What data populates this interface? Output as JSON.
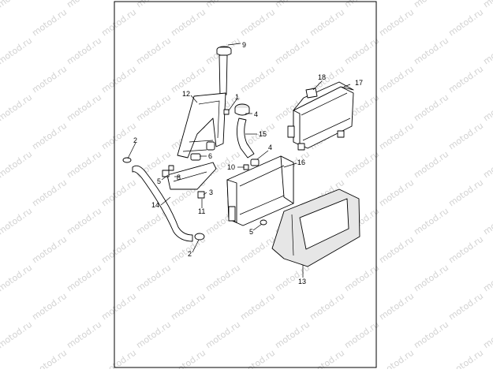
{
  "watermark": {
    "text": "motod.ru"
  },
  "callouts": [
    {
      "id": "c9",
      "text": "9"
    },
    {
      "id": "c12",
      "text": "12"
    },
    {
      "id": "c1",
      "text": "1"
    },
    {
      "id": "c4a",
      "text": "4"
    },
    {
      "id": "c15",
      "text": "15"
    },
    {
      "id": "c18",
      "text": "18"
    },
    {
      "id": "c17",
      "text": "17"
    },
    {
      "id": "c2a",
      "text": "2"
    },
    {
      "id": "c6",
      "text": "6"
    },
    {
      "id": "c8",
      "text": "8"
    },
    {
      "id": "c5a",
      "text": "5"
    },
    {
      "id": "c4b",
      "text": "4"
    },
    {
      "id": "c10",
      "text": "10"
    },
    {
      "id": "c16",
      "text": "16"
    },
    {
      "id": "c3",
      "text": "3"
    },
    {
      "id": "c14",
      "text": "14"
    },
    {
      "id": "c11",
      "text": "11"
    },
    {
      "id": "c5b",
      "text": "5"
    },
    {
      "id": "c2b",
      "text": "2"
    },
    {
      "id": "c13",
      "text": "13"
    }
  ]
}
